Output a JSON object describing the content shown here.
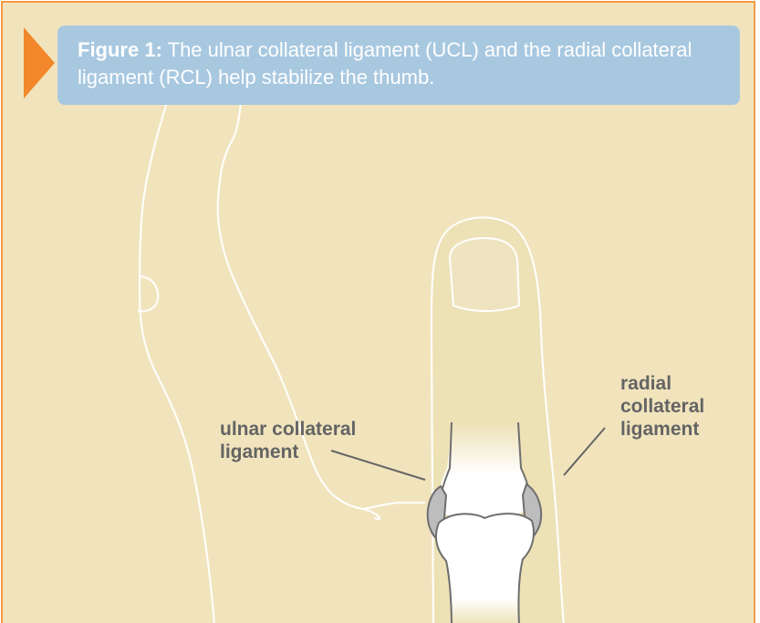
{
  "figure": {
    "label": "Figure 1:",
    "caption": "The ulnar collateral ligament (UCL) and the radial collateral ligament (RCL) help stabilize the thumb."
  },
  "labels": {
    "ulnar_collateral_ligament": "ulnar collateral ligament",
    "radial_collateral_ligament": "radial collateral ligament"
  },
  "colors": {
    "background": "#f1e4bd",
    "frame_border": "#f39a45",
    "caption_box": "#a8c8e0",
    "arrow": "#f2872b",
    "label_text": "#646464",
    "ligament": "#8d8d8d",
    "bone": "#ffffff"
  }
}
